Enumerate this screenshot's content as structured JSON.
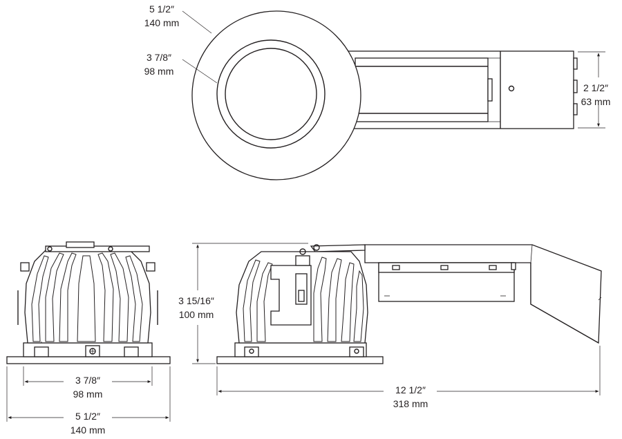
{
  "dimensions": {
    "top_outer_diameter": {
      "imperial": "5 1/2″",
      "metric": "140 mm"
    },
    "top_aperture": {
      "imperial": "3 7/8″",
      "metric": "98 mm"
    },
    "junction_box_height": {
      "imperial": "2 1/2″",
      "metric": "63 mm"
    },
    "overall_height": {
      "imperial": "3 15/16″",
      "metric": "100 mm"
    },
    "front_aperture": {
      "imperial": "3 7/8″",
      "metric": "98 mm"
    },
    "front_trim": {
      "imperial": "5 1/2″",
      "metric": "140 mm"
    },
    "overall_length": {
      "imperial": "12 1/2″",
      "metric": "318 mm"
    }
  },
  "colors": {
    "line": "#231f20",
    "fill": "#ffffff"
  }
}
